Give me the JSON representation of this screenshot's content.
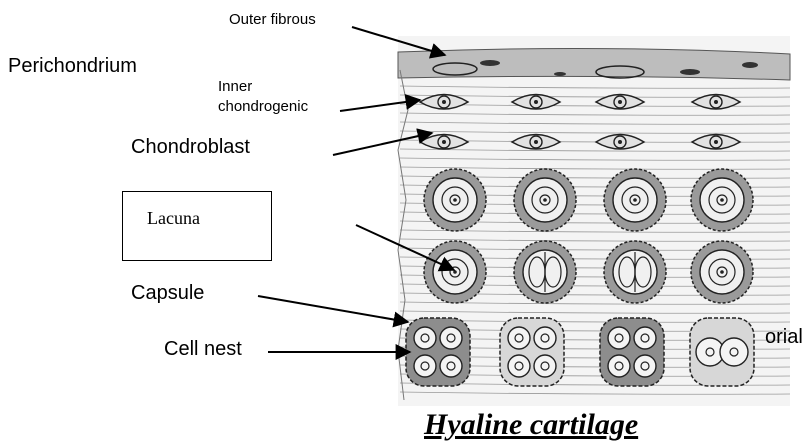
{
  "diagram": {
    "title": "Hyaline cartilage",
    "labels": {
      "outer_fibrous": "Outer fibrous",
      "perichondrium": "Perichondrium",
      "inner_chondrogenic_line1": "Inner",
      "inner_chondrogenic_line2": "chondrogenic",
      "chondroblast": "Chondroblast",
      "lacuna": "Lacuna",
      "capsule": "Capsule",
      "cell_nest": "Cell nest",
      "cut_label": "orial"
    }
  },
  "colors": {
    "ink": "#000000",
    "sketch": "#2b2b2b",
    "tint": "#8a8a8a"
  }
}
